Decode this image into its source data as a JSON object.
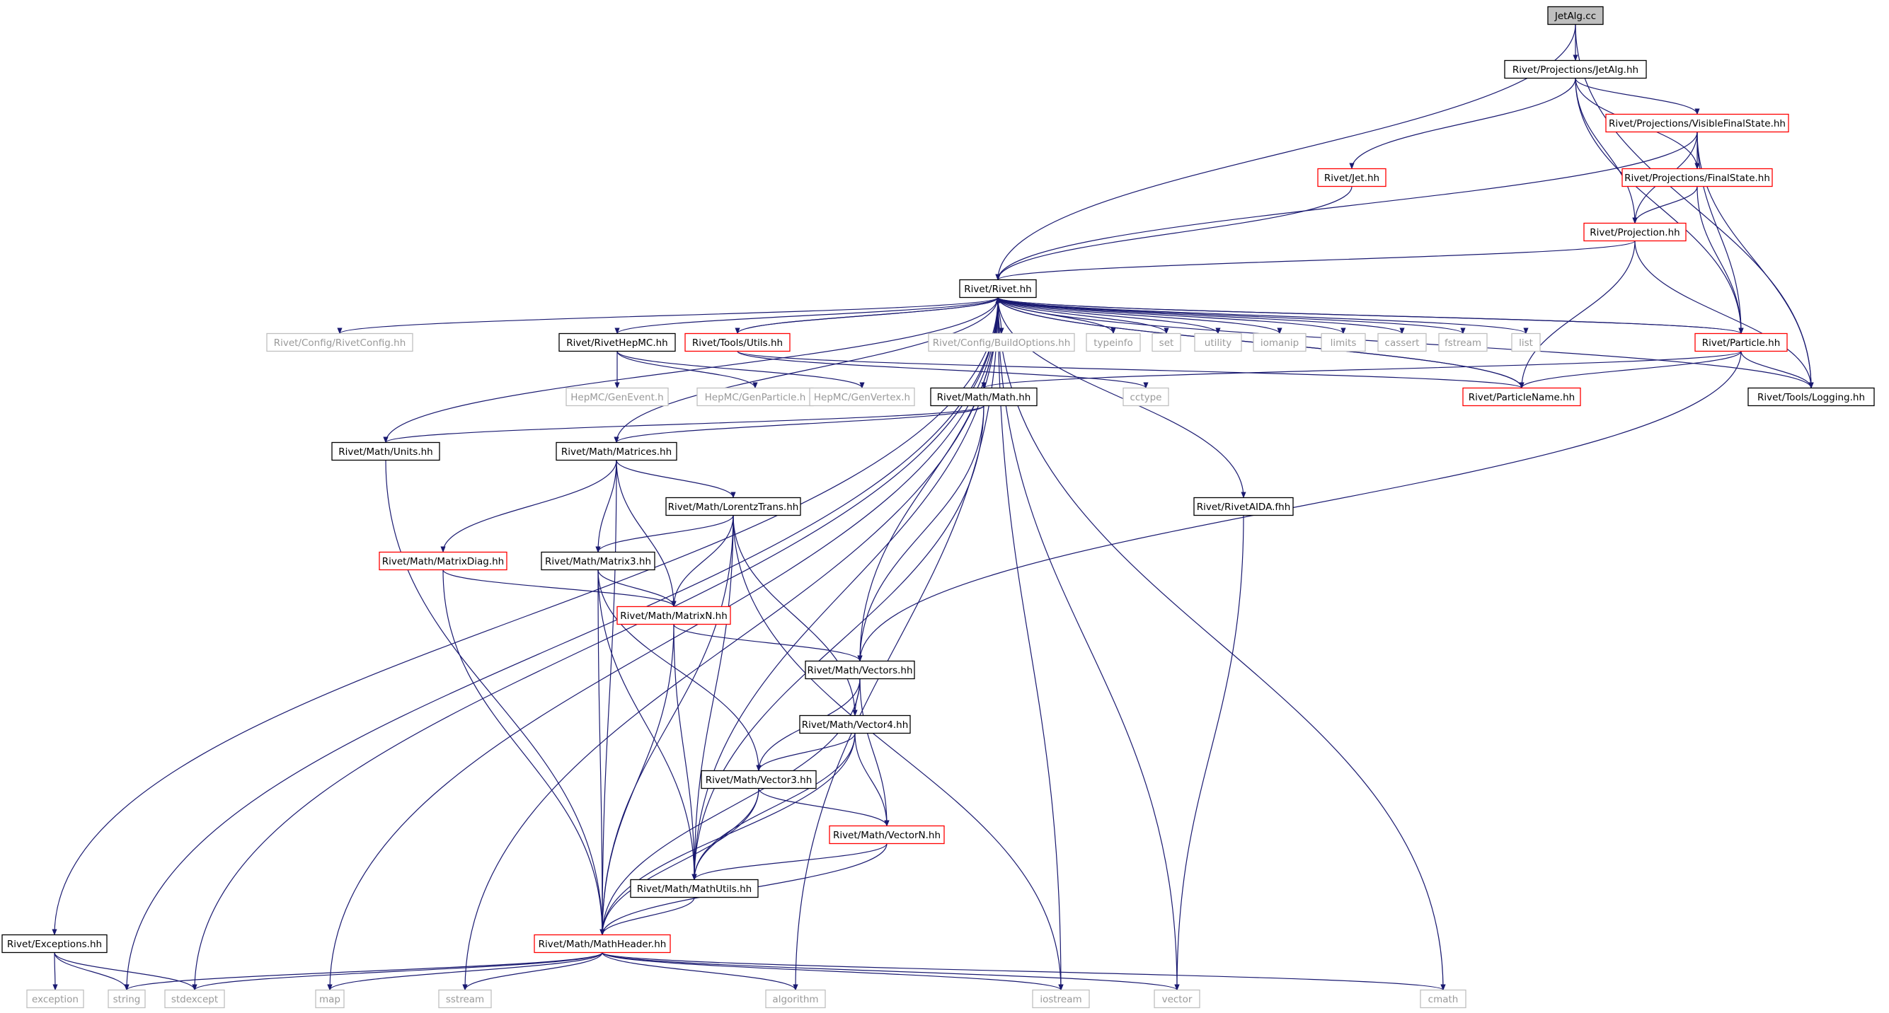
{
  "colors": {
    "edge": "#191970",
    "border_normal": "#000000",
    "border_red": "#ff0000",
    "border_gray": "#bfbfbf",
    "text_normal": "#000000",
    "text_gray": "#999999",
    "root_fill": "#bfbfbf"
  },
  "nodes": [
    {
      "id": "jetalg_cc",
      "label": "JetAlg.cc",
      "style": "root"
    },
    {
      "id": "jetalg_hh",
      "label": "Rivet/Projections/JetAlg.hh",
      "style": "normal"
    },
    {
      "id": "vfs",
      "label": "Rivet/Projections/VisibleFinalState.hh",
      "style": "red"
    },
    {
      "id": "jet",
      "label": "Rivet/Jet.hh",
      "style": "red"
    },
    {
      "id": "fs",
      "label": "Rivet/Projections/FinalState.hh",
      "style": "red"
    },
    {
      "id": "projection",
      "label": "Rivet/Projection.hh",
      "style": "red"
    },
    {
      "id": "rivet",
      "label": "Rivet/Rivet.hh",
      "style": "normal"
    },
    {
      "id": "rivetconfig",
      "label": "Rivet/Config/RivetConfig.hh",
      "style": "gray"
    },
    {
      "id": "hepmc",
      "label": "Rivet/RivetHepMC.hh",
      "style": "normal"
    },
    {
      "id": "utils",
      "label": "Rivet/Tools/Utils.hh",
      "style": "red"
    },
    {
      "id": "buildopts",
      "label": "Rivet/Config/BuildOptions.hh",
      "style": "gray"
    },
    {
      "id": "typeinfo",
      "label": "typeinfo",
      "style": "gray"
    },
    {
      "id": "set",
      "label": "set",
      "style": "gray"
    },
    {
      "id": "utility",
      "label": "utility",
      "style": "gray"
    },
    {
      "id": "iomanip",
      "label": "iomanip",
      "style": "gray"
    },
    {
      "id": "limits",
      "label": "limits",
      "style": "gray"
    },
    {
      "id": "cassert",
      "label": "cassert",
      "style": "gray"
    },
    {
      "id": "fstream",
      "label": "fstream",
      "style": "gray"
    },
    {
      "id": "list",
      "label": "list",
      "style": "gray"
    },
    {
      "id": "particle",
      "label": "Rivet/Particle.hh",
      "style": "red"
    },
    {
      "id": "logging",
      "label": "Rivet/Tools/Logging.hh",
      "style": "normal"
    },
    {
      "id": "genevent",
      "label": "HepMC/GenEvent.h",
      "style": "gray"
    },
    {
      "id": "genparticle",
      "label": "HepMC/GenParticle.h",
      "style": "gray"
    },
    {
      "id": "genvertex",
      "label": "HepMC/GenVertex.h",
      "style": "gray"
    },
    {
      "id": "math",
      "label": "Rivet/Math/Math.hh",
      "style": "normal"
    },
    {
      "id": "cctype",
      "label": "cctype",
      "style": "gray"
    },
    {
      "id": "particlename",
      "label": "Rivet/ParticleName.hh",
      "style": "red"
    },
    {
      "id": "units",
      "label": "Rivet/Math/Units.hh",
      "style": "normal"
    },
    {
      "id": "matrices",
      "label": "Rivet/Math/Matrices.hh",
      "style": "normal"
    },
    {
      "id": "aida",
      "label": "Rivet/RivetAIDA.fhh",
      "style": "normal"
    },
    {
      "id": "lorentz",
      "label": "Rivet/Math/LorentzTrans.hh",
      "style": "normal"
    },
    {
      "id": "matrixdiag",
      "label": "Rivet/Math/MatrixDiag.hh",
      "style": "red"
    },
    {
      "id": "matrix3",
      "label": "Rivet/Math/Matrix3.hh",
      "style": "normal"
    },
    {
      "id": "matrixn",
      "label": "Rivet/Math/MatrixN.hh",
      "style": "red"
    },
    {
      "id": "vectors",
      "label": "Rivet/Math/Vectors.hh",
      "style": "normal"
    },
    {
      "id": "vector4",
      "label": "Rivet/Math/Vector4.hh",
      "style": "normal"
    },
    {
      "id": "vector3",
      "label": "Rivet/Math/Vector3.hh",
      "style": "normal"
    },
    {
      "id": "vectorn",
      "label": "Rivet/Math/VectorN.hh",
      "style": "red"
    },
    {
      "id": "mathutils",
      "label": "Rivet/Math/MathUtils.hh",
      "style": "normal"
    },
    {
      "id": "mathheader",
      "label": "Rivet/Math/MathHeader.hh",
      "style": "red"
    },
    {
      "id": "exceptions",
      "label": "Rivet/Exceptions.hh",
      "style": "normal"
    },
    {
      "id": "exception",
      "label": "exception",
      "style": "gray"
    },
    {
      "id": "string",
      "label": "string",
      "style": "gray"
    },
    {
      "id": "stdexcept",
      "label": "stdexcept",
      "style": "gray"
    },
    {
      "id": "map",
      "label": "map",
      "style": "gray"
    },
    {
      "id": "sstream",
      "label": "sstream",
      "style": "gray"
    },
    {
      "id": "algorithm",
      "label": "algorithm",
      "style": "gray"
    },
    {
      "id": "iostream",
      "label": "iostream",
      "style": "gray"
    },
    {
      "id": "vector",
      "label": "vector",
      "style": "gray"
    },
    {
      "id": "cmath",
      "label": "cmath",
      "style": "gray"
    }
  ],
  "edges": [
    [
      "jetalg_cc",
      "jetalg_hh"
    ],
    [
      "jetalg_cc",
      "rivet"
    ],
    [
      "jetalg_cc",
      "logging"
    ],
    [
      "jetalg_hh",
      "vfs"
    ],
    [
      "jetalg_hh",
      "jet"
    ],
    [
      "jetalg_hh",
      "fs"
    ],
    [
      "jetalg_hh",
      "projection"
    ],
    [
      "jetalg_hh",
      "particle"
    ],
    [
      "vfs",
      "fs"
    ],
    [
      "vfs",
      "projection"
    ],
    [
      "vfs",
      "rivet"
    ],
    [
      "vfs",
      "particle"
    ],
    [
      "vfs",
      "logging"
    ],
    [
      "jet",
      "rivet"
    ],
    [
      "fs",
      "projection"
    ],
    [
      "fs",
      "particle"
    ],
    [
      "projection",
      "rivet"
    ],
    [
      "projection",
      "particlename"
    ],
    [
      "projection",
      "logging"
    ],
    [
      "rivet",
      "rivetconfig"
    ],
    [
      "rivet",
      "hepmc"
    ],
    [
      "rivet",
      "utils"
    ],
    [
      "rivet",
      "buildopts"
    ],
    [
      "rivet",
      "typeinfo"
    ],
    [
      "rivet",
      "set"
    ],
    [
      "rivet",
      "utility"
    ],
    [
      "rivet",
      "iomanip"
    ],
    [
      "rivet",
      "limits"
    ],
    [
      "rivet",
      "cassert"
    ],
    [
      "rivet",
      "fstream"
    ],
    [
      "rivet",
      "list"
    ],
    [
      "rivet",
      "particle"
    ],
    [
      "rivet",
      "logging"
    ],
    [
      "rivet",
      "units"
    ],
    [
      "rivet",
      "matrices"
    ],
    [
      "rivet",
      "vectors"
    ],
    [
      "rivet",
      "mathutils"
    ],
    [
      "rivet",
      "exceptions"
    ],
    [
      "rivet",
      "string"
    ],
    [
      "rivet",
      "stdexcept"
    ],
    [
      "rivet",
      "map"
    ],
    [
      "rivet",
      "sstream"
    ],
    [
      "rivet",
      "algorithm"
    ],
    [
      "rivet",
      "iostream"
    ],
    [
      "rivet",
      "vector"
    ],
    [
      "rivet",
      "cmath"
    ],
    [
      "rivet",
      "particlename"
    ],
    [
      "rivet",
      "aida"
    ],
    [
      "hepmc",
      "genevent"
    ],
    [
      "hepmc",
      "genparticle"
    ],
    [
      "hepmc",
      "genvertex"
    ],
    [
      "utils",
      "rivet"
    ],
    [
      "utils",
      "cctype"
    ],
    [
      "utils",
      "particlename"
    ],
    [
      "particle",
      "rivet"
    ],
    [
      "particle",
      "particlename"
    ],
    [
      "particle",
      "logging"
    ],
    [
      "particle",
      "vectors"
    ],
    [
      "particle",
      "math"
    ],
    [
      "particlename",
      "rivet"
    ],
    [
      "math",
      "units"
    ],
    [
      "math",
      "matrices"
    ],
    [
      "math",
      "vectors"
    ],
    [
      "math",
      "mathutils"
    ],
    [
      "units",
      "mathheader"
    ],
    [
      "matrices",
      "lorentz"
    ],
    [
      "matrices",
      "matrixdiag"
    ],
    [
      "matrices",
      "matrix3"
    ],
    [
      "matrices",
      "matrixn"
    ],
    [
      "matrices",
      "mathheader"
    ],
    [
      "lorentz",
      "matrix3"
    ],
    [
      "lorentz",
      "matrixn"
    ],
    [
      "lorentz",
      "vector4"
    ],
    [
      "lorentz",
      "mathutils"
    ],
    [
      "lorentz",
      "iostream"
    ],
    [
      "lorentz",
      "mathheader"
    ],
    [
      "matrixdiag",
      "matrixn"
    ],
    [
      "matrixdiag",
      "mathheader"
    ],
    [
      "matrix3",
      "matrixn"
    ],
    [
      "matrix3",
      "vector3"
    ],
    [
      "matrix3",
      "mathutils"
    ],
    [
      "matrix3",
      "mathheader"
    ],
    [
      "matrixn",
      "vectors"
    ],
    [
      "matrixn",
      "mathutils"
    ],
    [
      "matrixn",
      "mathheader"
    ],
    [
      "vectors",
      "vector4"
    ],
    [
      "vectors",
      "vector3"
    ],
    [
      "vectors",
      "vectorn"
    ],
    [
      "vectors",
      "mathheader"
    ],
    [
      "vector4",
      "vector3"
    ],
    [
      "vector4",
      "vectorn"
    ],
    [
      "vector4",
      "mathutils"
    ],
    [
      "vector4",
      "mathheader"
    ],
    [
      "vector3",
      "vectorn"
    ],
    [
      "vector3",
      "mathutils"
    ],
    [
      "vector3",
      "mathheader"
    ],
    [
      "vectorn",
      "mathutils"
    ],
    [
      "vectorn",
      "mathheader"
    ],
    [
      "mathutils",
      "mathheader"
    ],
    [
      "aida",
      "vector"
    ],
    [
      "mathheader",
      "string"
    ],
    [
      "mathheader",
      "stdexcept"
    ],
    [
      "mathheader",
      "map"
    ],
    [
      "mathheader",
      "sstream"
    ],
    [
      "mathheader",
      "algorithm"
    ],
    [
      "mathheader",
      "iostream"
    ],
    [
      "mathheader",
      "vector"
    ],
    [
      "mathheader",
      "cmath"
    ],
    [
      "exceptions",
      "exception"
    ],
    [
      "exceptions",
      "string"
    ],
    [
      "exceptions",
      "stdexcept"
    ]
  ]
}
